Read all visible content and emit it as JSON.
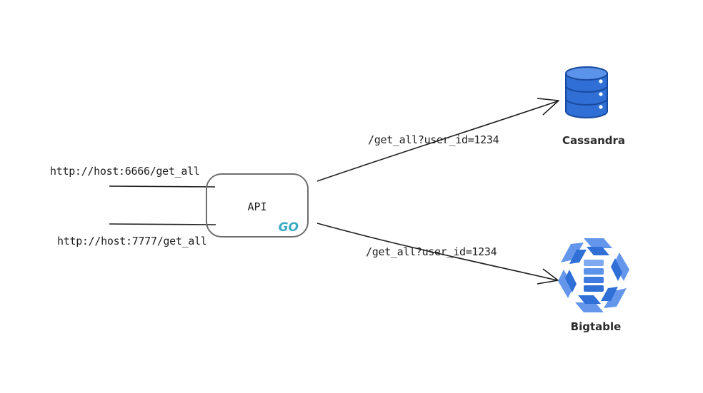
{
  "routes": {
    "incoming_top": "http://host:6666/get_all",
    "incoming_bottom": "http://host:7777/get_all",
    "to_cassandra": "/get_all?user_id=1234",
    "to_bigtable": "/get_all?user_id=1234"
  },
  "api": {
    "label": "API",
    "badge": "GO",
    "badge_icon": "go-gopher-speed-icon"
  },
  "nodes": {
    "cassandra": {
      "label": "Cassandra",
      "icon": "database-cylinder-icon"
    },
    "bigtable": {
      "label": "Bigtable",
      "icon": "bigtable-logo-icon"
    }
  },
  "colors": {
    "database_blue": "#2f6fd6",
    "bigtable_blue": "#4a86e8",
    "go_cyan": "#3aa9c4",
    "stroke": "#1e1e1e"
  }
}
